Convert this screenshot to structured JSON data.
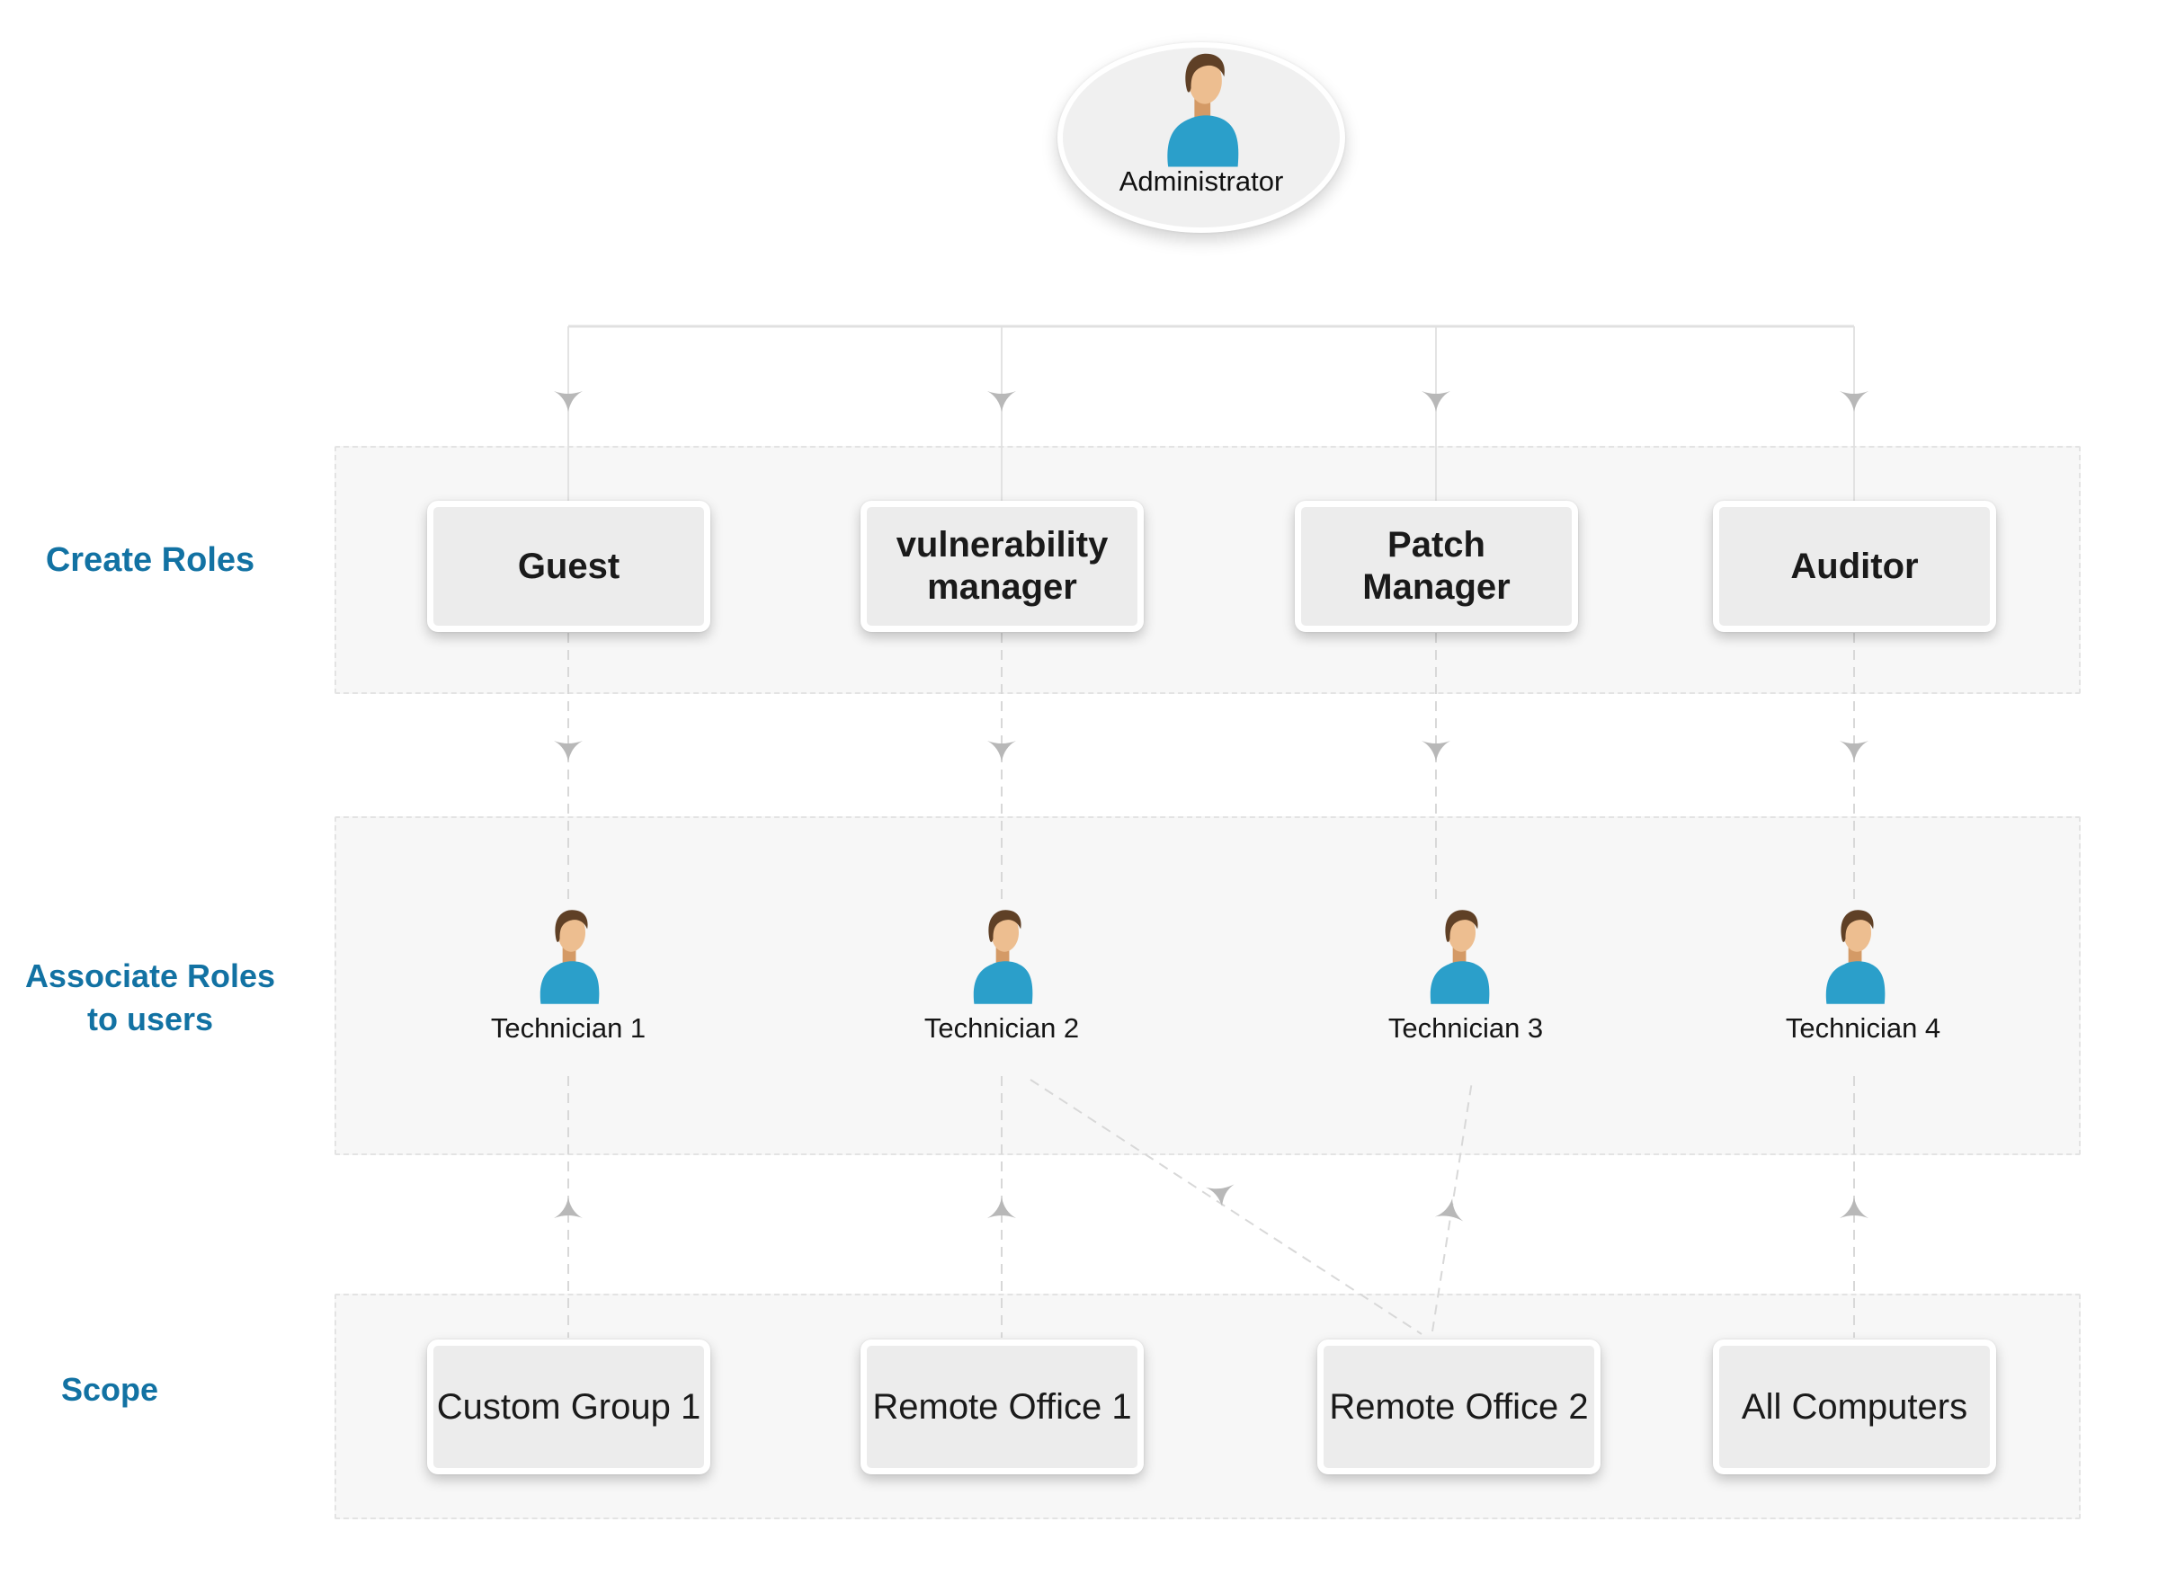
{
  "diagram": {
    "title_hint": "Role based administration diagram",
    "admin_label": "Administrator",
    "lanes": [
      {
        "id": "create-roles",
        "label": "Create Roles"
      },
      {
        "id": "associate-roles",
        "label": "Associate Roles\nto users"
      },
      {
        "id": "scope",
        "label": "Scope"
      }
    ],
    "roles": [
      "Guest",
      "vulnerability\nmanager",
      "Patch\nManager",
      "Auditor"
    ],
    "technicians": [
      "Technician 1",
      "Technician 2",
      "Technician 3",
      "Technician 4"
    ],
    "scopes": [
      "Custom Group 1",
      "Remote Office 1",
      "Remote Office 2",
      "All Computers"
    ],
    "edges": [
      {
        "from": "Administrator",
        "to": "Guest"
      },
      {
        "from": "Administrator",
        "to": "vulnerability manager"
      },
      {
        "from": "Administrator",
        "to": "Patch Manager"
      },
      {
        "from": "Administrator",
        "to": "Auditor"
      },
      {
        "from": "Guest",
        "to": "Technician 1"
      },
      {
        "from": "vulnerability manager",
        "to": "Technician 2"
      },
      {
        "from": "Patch Manager",
        "to": "Technician 3"
      },
      {
        "from": "Auditor",
        "to": "Technician 4"
      },
      {
        "from": "Custom Group 1",
        "to": "Technician 1"
      },
      {
        "from": "Remote Office 1",
        "to": "Technician 2"
      },
      {
        "from": "Technician 2",
        "to": "Remote Office 2"
      },
      {
        "from": "Remote Office 2",
        "to": "Technician 3"
      },
      {
        "from": "All Computers",
        "to": "Technician 4"
      }
    ],
    "colors": {
      "lane_label": "#1272a3",
      "admin_shirt": "#df2d2d",
      "tech_shirt": "#2b9fca",
      "skin": "#edbe90",
      "skin_dark": "#d49a66",
      "hair": "#5f4026",
      "band": "#f7f7f7",
      "band_border": "#e3e3e3",
      "box_fill": "#ececec",
      "line": "#dadada",
      "arrow": "#b8b8b8"
    }
  }
}
